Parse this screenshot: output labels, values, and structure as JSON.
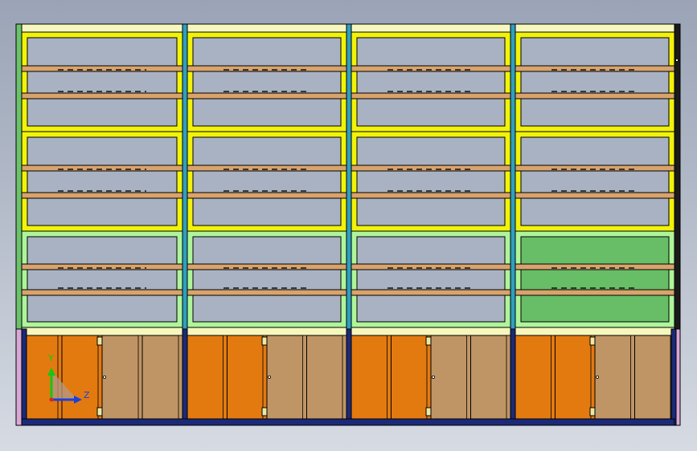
{
  "viewport": {
    "background_top": "#9aa4b6",
    "background_bottom": "#d6dbe3"
  },
  "model": {
    "bays": 4,
    "upper_rows": 3,
    "colors": {
      "frame_yellow": "#f2f20a",
      "frame_pale_yellow": "#f6f7bd",
      "frame_light_green": "#aef59a",
      "panel_glass": "#a9b2c3",
      "panel_green": "#67be67",
      "shelf_wood": "#d9a36c",
      "post_teal": "#2f9fbf",
      "base_navy": "#1b2a78",
      "door_orange": "#e37a10",
      "door_tan": "#c09565",
      "hinge_yellow": "#ede7a2",
      "edge_green": "#6cc26a",
      "edge_pink": "#d7a8d6",
      "edge_black": "#1a1a1a"
    },
    "highlighted_panel": {
      "bay": 4,
      "row": 3
    }
  },
  "triad": {
    "y_label": "Y",
    "z_label": "Z",
    "y_color": "#14c714",
    "z_color": "#1840e0"
  }
}
